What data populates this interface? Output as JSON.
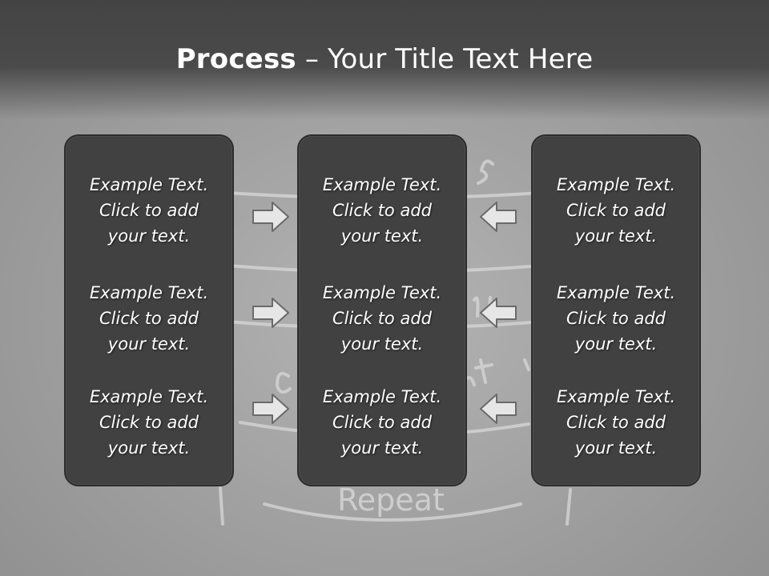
{
  "title": {
    "bold": "Process",
    "rest": " – Your Title Text Here"
  },
  "panels": {
    "left": [
      {
        "l1": "Example Text.",
        "l2": "Click  to add",
        "l3": "your text."
      },
      {
        "l1": "Example Text.",
        "l2": "Click  to add",
        "l3": "your text."
      },
      {
        "l1": "Example Text.",
        "l2": "Click  to add",
        "l3": "your text."
      }
    ],
    "middle": [
      {
        "l1": "Example Text.",
        "l2": "Click  to add",
        "l3": "your text."
      },
      {
        "l1": "Example Text.",
        "l2": "Click  to add",
        "l3": "your text."
      },
      {
        "l1": "Example Text.",
        "l2": "Click  to add",
        "l3": "your text."
      }
    ],
    "right": [
      {
        "l1": "Example Text.",
        "l2": "Click  to add",
        "l3": "your text."
      },
      {
        "l1": "Example Text.",
        "l2": "Click  to add",
        "l3": "your text."
      },
      {
        "l1": "Example Text.",
        "l2": "Click  to add",
        "l3": "your text."
      }
    ]
  },
  "background": {
    "chalk_word": "Repeat"
  },
  "colors": {
    "panel": "#414141",
    "header": "#444444",
    "text": "#ffffff",
    "arrow_fill": "#e6e6e6",
    "arrow_stroke": "#6a6a6a"
  },
  "icons": {
    "right_arrow": "arrow-right-icon",
    "left_arrow": "arrow-left-icon"
  }
}
